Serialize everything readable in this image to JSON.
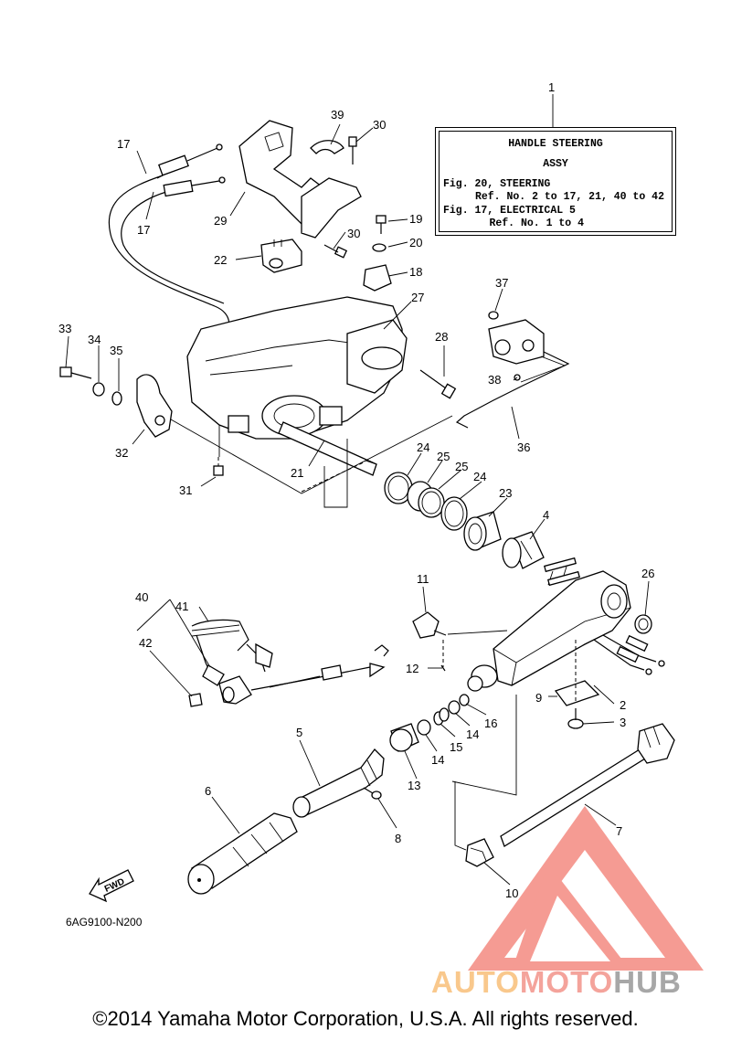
{
  "info_box": {
    "title_line1": "HANDLE STEERING",
    "title_line2": "ASSY",
    "ref1_label": "Fig. 20, STEERING",
    "ref1_range": "Ref. No. 2 to 17, 21, 40 to 42",
    "ref2_label": "Fig. 17, ELECTRICAL 5",
    "ref2_range": "Ref. No. 1 to 4"
  },
  "diagram_code": "6AG9100-N200",
  "fwd_label": "FWD",
  "copyright": "©2014 Yamaha Motor Corporation, U.S.A. All rights reserved.",
  "watermark": {
    "part1": "AUTO",
    "part2": "MOTO",
    "part3": "HUB"
  },
  "part_numbers": {
    "n1": "1",
    "n2": "2",
    "n3": "3",
    "n4": "4",
    "n5": "5",
    "n6": "6",
    "n7": "7",
    "n8": "8",
    "n9": "9",
    "n10": "10",
    "n11": "11",
    "n12": "12",
    "n13": "13",
    "n14a": "14",
    "n14b": "14",
    "n15": "15",
    "n16": "16",
    "n17a": "17",
    "n17b": "17",
    "n18": "18",
    "n19": "19",
    "n20": "20",
    "n21": "21",
    "n22": "22",
    "n23": "23",
    "n24a": "24",
    "n24b": "24",
    "n25a": "25",
    "n25b": "25",
    "n26": "26",
    "n27": "27",
    "n28": "28",
    "n29": "29",
    "n30a": "30",
    "n30b": "30",
    "n31": "31",
    "n32": "32",
    "n33": "33",
    "n34": "34",
    "n35": "35",
    "n36": "36",
    "n37": "37",
    "n38": "38",
    "n39": "39",
    "n40": "40",
    "n41": "41",
    "n42": "42"
  },
  "colors": {
    "watermark_orange": "#f9c88c",
    "watermark_red": "#f4a39b",
    "watermark_gray": "#a7a7a7"
  }
}
